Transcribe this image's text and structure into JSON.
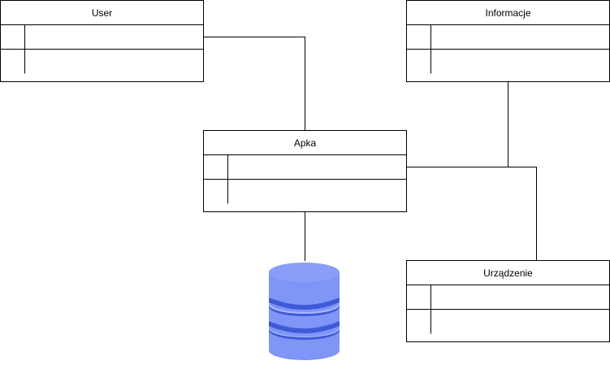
{
  "diagram": {
    "entities": [
      {
        "id": "user",
        "title": "User",
        "rows": 2
      },
      {
        "id": "informacje",
        "title": "Informacje",
        "rows": 2
      },
      {
        "id": "apka",
        "title": "Apka",
        "rows": 2
      },
      {
        "id": "urzadzenie",
        "title": "Urządzenie",
        "rows": 2
      }
    ],
    "connections": [
      {
        "from": "user",
        "to": "apka"
      },
      {
        "from": "informacje",
        "to": "apka"
      },
      {
        "from": "apka",
        "to": "urzadzenie"
      },
      {
        "from": "apka",
        "to": "database"
      }
    ],
    "database": {
      "icon": "database-icon"
    },
    "colors": {
      "stroke": "#000000",
      "db_light": "#7f95f7",
      "db_dark": "#3d5bd6",
      "db_band": "#a9b8fb"
    }
  }
}
